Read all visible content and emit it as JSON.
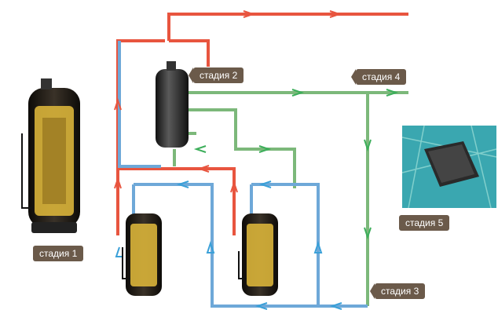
{
  "labels": {
    "stage1": "стадия 1",
    "stage2": "стадия 2",
    "stage3": "стадия 3",
    "stage4": "стадия 4",
    "stage5": "стадия 5"
  },
  "colors": {
    "hot_pipe": "#e8553f",
    "warm_pipe": "#7fb98a",
    "cool_pipe": "#5b9bd5",
    "green_pipe": "#7cb87a",
    "label_bg": "#6b5a4a",
    "compressor_body": "#1f1a14",
    "compressor_core": "#d9b43a",
    "chip_bg": "#3aa7b0"
  },
  "icons": {
    "big_compressor": "compressor-cutaway-icon",
    "separator": "oil-separator-icon",
    "small_compressor": "compressor-cutaway-icon",
    "chip": "microchip-icon"
  }
}
